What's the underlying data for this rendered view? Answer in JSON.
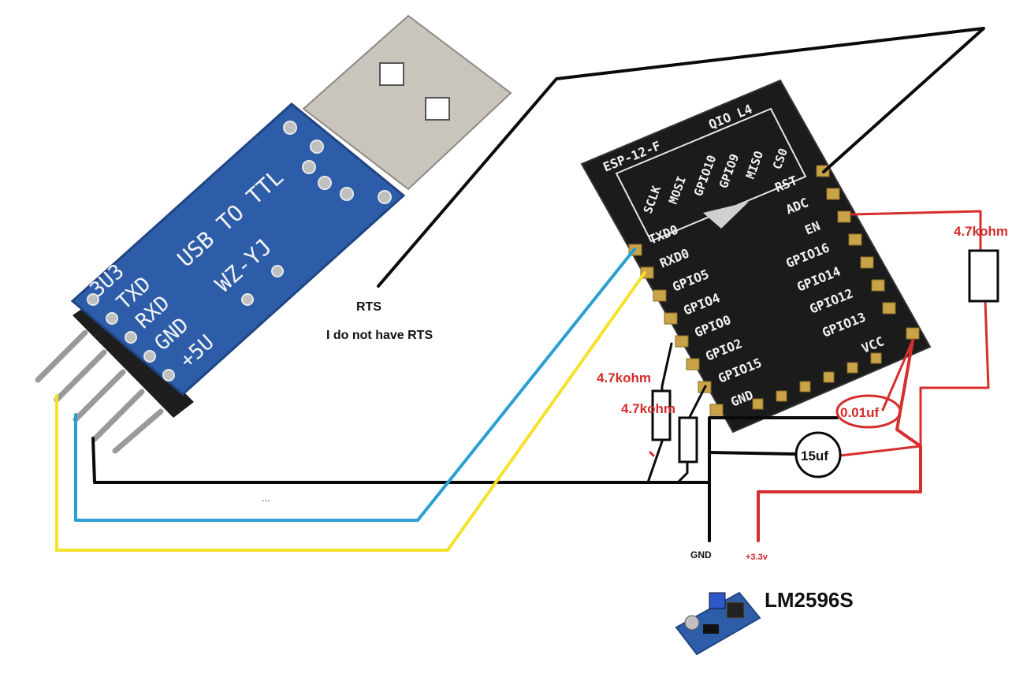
{
  "usb_adapter": {
    "board_text": "USB TO TTL",
    "model_text": "WZ-YJ",
    "pins": [
      "3U3",
      "TXD",
      "RXD",
      "GND",
      "+5U"
    ]
  },
  "esp_module": {
    "title": "ESP-12-F",
    "flash_mode": "QIO L4",
    "top_pins": [
      "SCLK",
      "MOSI",
      "GPIO10",
      "GPIO9",
      "MISO",
      "CS0"
    ],
    "left_pins": [
      "TXD0",
      "RXD0",
      "GPIO5",
      "GPIO4",
      "GPIO0",
      "GPIO2",
      "GPIO15",
      "GND"
    ],
    "right_pins": [
      "RST",
      "ADC",
      "EN",
      "GPIO16",
      "GPIO14",
      "GPIO12",
      "GPIO13",
      "VCC"
    ]
  },
  "notes": {
    "rts_label": "RTS",
    "rts_note": "I do not have RTS",
    "gnd_label": "GND",
    "vcc_label": "+3.3v",
    "regulator_label": "LM2596S",
    "dots": "..."
  },
  "components": {
    "resistor_en": "4.7kohm",
    "resistor_gpio0": "4.7kohm",
    "resistor_gpio15": "4.7kohm",
    "cap_small": "0.01uf",
    "cap_large": "15uf"
  },
  "colors": {
    "wire_black": "#0a0a0a",
    "wire_blue": "#2a9fd0",
    "wire_yellow": "#f5e12a",
    "wire_red": "#d62d2d",
    "pcb_blue": "#2d5da8",
    "pcb_black": "#1b1b1b",
    "pad_gold": "#c9a348"
  }
}
